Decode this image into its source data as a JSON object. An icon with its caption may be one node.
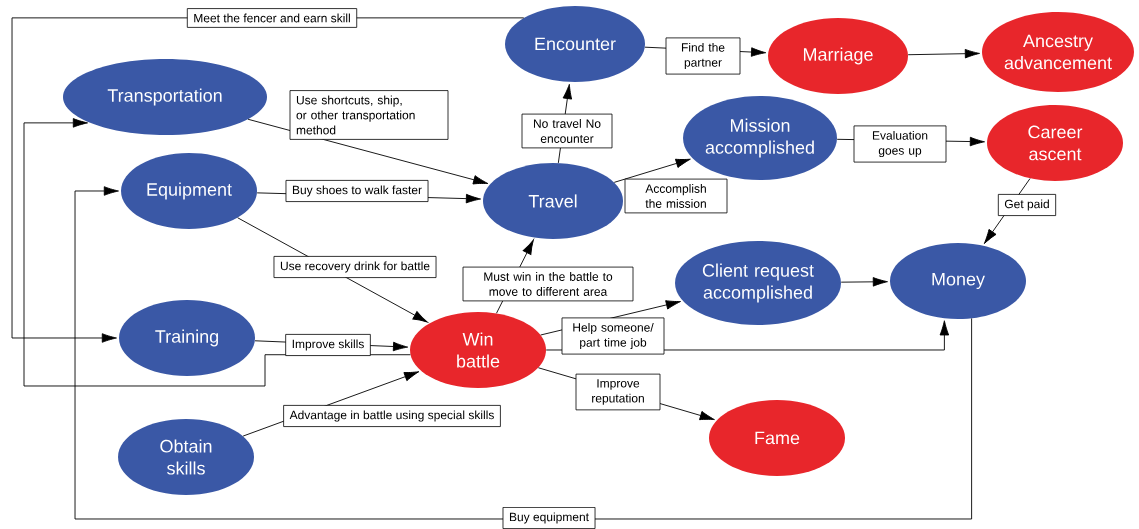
{
  "diagram": {
    "nodes": [
      {
        "text": [
          "Encounter"
        ]
      },
      {
        "text": [
          "Marriage"
        ]
      },
      {
        "text": [
          "Ancestry advancement"
        ]
      },
      {
        "text": [
          "Transportation"
        ]
      },
      {
        "text": [
          "Mission accomplished"
        ]
      },
      {
        "text": [
          "Career ascent"
        ]
      },
      {
        "text": [
          "Equipment"
        ]
      },
      {
        "text": [
          "Travel"
        ]
      },
      {
        "text": [
          "Client request accomplished"
        ]
      },
      {
        "text": [
          "Money"
        ]
      },
      {
        "text": [
          "Training"
        ]
      },
      {
        "text": [
          "Win battle"
        ]
      },
      {
        "text": [
          "Obtain skills"
        ]
      },
      {
        "text": [
          "Fame"
        ]
      }
    ],
    "edges": [
      {
        "from": 0,
        "to": 10,
        "arrow": "to",
        "label": "Meet the fencer and earn skill"
      },
      {
        "from": 0,
        "to": 1,
        "arrow": "to",
        "label": "Find the partner"
      },
      {
        "from": 1,
        "to": 2,
        "arrow": "to"
      },
      {
        "from": 3,
        "to": 7,
        "arrow": "to",
        "label": "Use shortcuts, ship, or other transportation method"
      },
      {
        "from": 6,
        "to": 7,
        "arrow": "to",
        "label": "Buy shoes to walk faster"
      },
      {
        "from": 7,
        "to": 0,
        "arrow": "to",
        "label": "No travel No encounter"
      },
      {
        "from": 7,
        "to": 4,
        "arrow": "to",
        "label": "Accomplish the mission"
      },
      {
        "from": 4,
        "to": 5,
        "arrow": "to",
        "label": "Evaluation goes up"
      },
      {
        "from": 5,
        "to": 9,
        "arrow": "to",
        "label": "Get paid"
      },
      {
        "from": 6,
        "to": 11,
        "arrow": "to",
        "label": "Use recovery drink for battle"
      },
      {
        "from": 11,
        "to": 7,
        "arrow": "to",
        "label": "Must win in the battle to move to different area"
      },
      {
        "from": 10,
        "to": 11,
        "arrow": "to",
        "label": "Improve skills"
      },
      {
        "from": 12,
        "to": 11,
        "arrow": "to",
        "label": "Advantage in battle using special skills"
      },
      {
        "from": 11,
        "to": 8,
        "arrow": "to"
      },
      {
        "from": 11,
        "to": 9,
        "arrow": "to",
        "label": "Help someone/ part time job"
      },
      {
        "from": 8,
        "to": 9,
        "arrow": "to"
      },
      {
        "from": 11,
        "to": 13,
        "arrow": "to",
        "label": "Improve reputation"
      },
      {
        "from": 11,
        "to": 3,
        "arrow": "to"
      },
      {
        "from": 9,
        "to": 6,
        "arrow": "to",
        "label": "Buy equipment"
      }
    ]
  }
}
